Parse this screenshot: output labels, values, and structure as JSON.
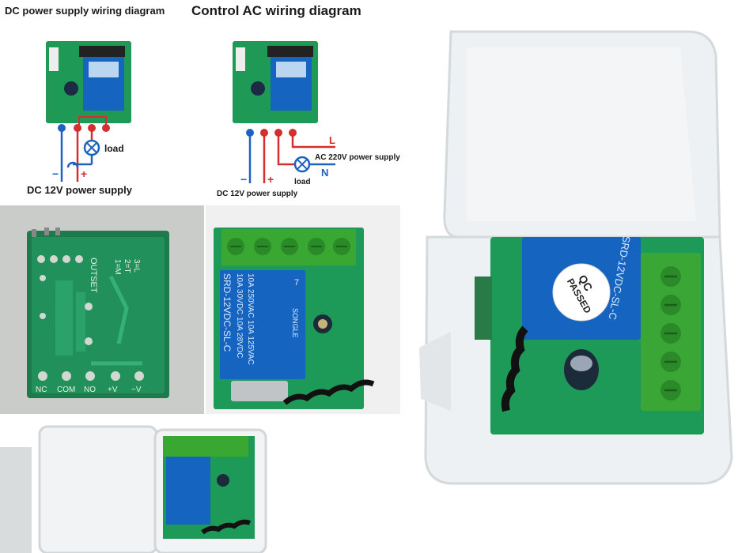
{
  "diagrams": {
    "dc": {
      "title": "DC power supply wiring diagram",
      "load": "load",
      "minus": "−",
      "plus": "+",
      "supply": "DC 12V power supply"
    },
    "ac": {
      "title": "Control AC wiring diagram",
      "L": "L",
      "N": "N",
      "ac_supply": "AC 220V power supply",
      "load": "load",
      "minus": "−",
      "plus": "+",
      "dc_supply": "DC 12V power supply"
    }
  },
  "back_board": {
    "outset": "OUTSET",
    "mode1": "1=M",
    "mode2": "2=T",
    "mode3": "3=L",
    "pins": [
      "NC",
      "COM",
      "NO",
      "+V",
      "−V"
    ]
  },
  "relay": {
    "line1": "10A 250VAC  10A 125VAC",
    "line2": "10A 30VDC  10A 28VDC",
    "model": "SRD-12VDC-SL-C",
    "brand": "SONGLE",
    "pin": "7"
  },
  "qc": {
    "line1": "QC",
    "line2": "PASSED"
  },
  "colors": {
    "pcb_green": "#1f9a56",
    "relay_blue": "#1565c0",
    "terminal_green": "#3aa636",
    "wire_red": "#d32f2f",
    "wire_blue": "#1e62c0",
    "case_white": "#eef1f3"
  }
}
